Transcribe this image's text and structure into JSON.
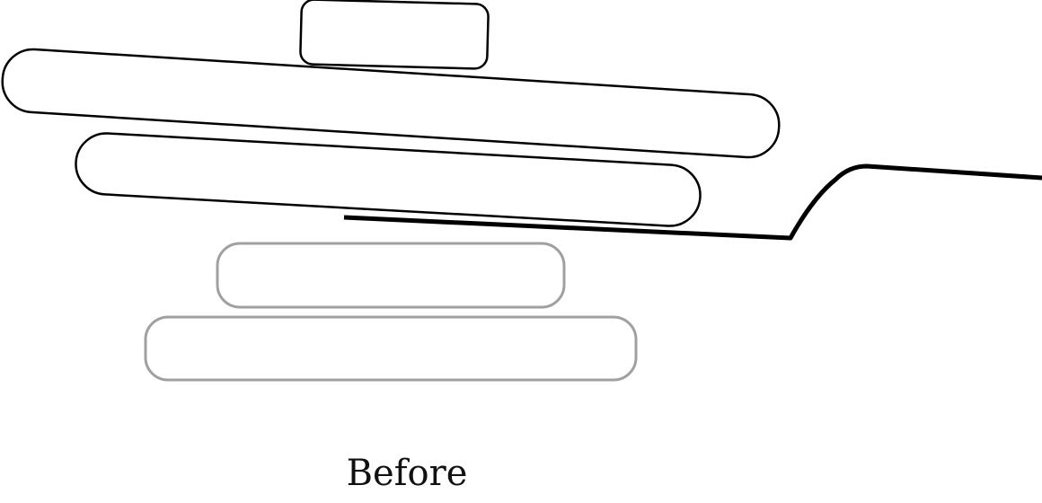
{
  "caption": "Before",
  "colors": {
    "above_outline": "#000000",
    "below_outline": "#a0a0a0",
    "background": "#ffffff"
  },
  "elements": {
    "above_spatula": [
      {
        "name": "top-block",
        "shape": "rounded-rectangle"
      },
      {
        "name": "upper-long-layer",
        "shape": "rounded-bar"
      },
      {
        "name": "lower-long-layer",
        "shape": "rounded-bar"
      }
    ],
    "below_spatula": [
      {
        "name": "faded-upper-layer",
        "shape": "rounded-bar"
      },
      {
        "name": "faded-lower-layer",
        "shape": "rounded-bar"
      }
    ],
    "tool": {
      "name": "spatula",
      "shape": "thick-line"
    }
  }
}
